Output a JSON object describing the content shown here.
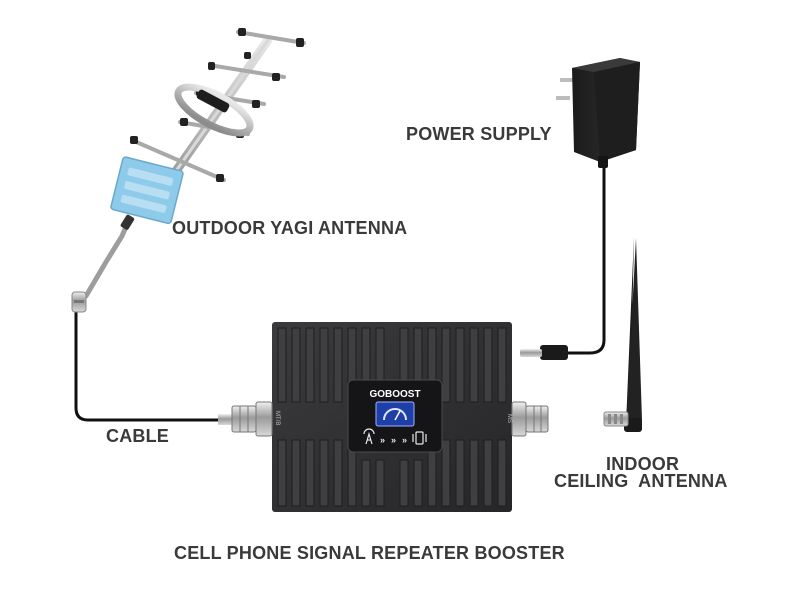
{
  "labels": {
    "outdoor_antenna": "OUTDOOR YAGI ANTENNA",
    "power_supply": "POWER SUPPLY",
    "cable": "CABLE",
    "indoor_line1": "INDOOR",
    "indoor_line2": "CEILING  ANTENNA",
    "caption": "CELL PHONE SIGNAL REPEATER BOOSTER"
  },
  "device": {
    "brand": "GOBOOST",
    "port_left": "MT/B",
    "port_right": "MS"
  },
  "colors": {
    "label_text": "#3a3a3a",
    "booster_body": "#2f2f31",
    "antenna_panel": "#8ecbea",
    "lcd_screen": "#1f3fa8",
    "cable": "#111111"
  }
}
